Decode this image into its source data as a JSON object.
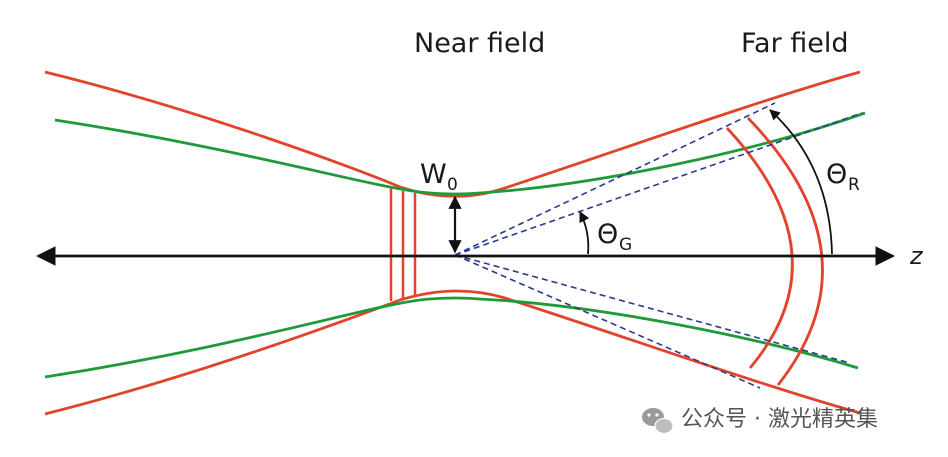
{
  "labels": {
    "near_field": "Near field",
    "far_field": "Far field",
    "waist": "W",
    "waist_sub": "0",
    "theta_g": "Θ",
    "theta_g_sub": "G",
    "theta_r": "Θ",
    "theta_r_sub": "R",
    "axis": "z"
  },
  "watermark": {
    "icon": "wechat-icon",
    "text": "公众号 · 激光精英集"
  },
  "colors": {
    "red_beam": "#e2432b",
    "green_beam": "#1f9a3b",
    "dashed": "#2b3a8f",
    "axis": "#111111"
  }
}
